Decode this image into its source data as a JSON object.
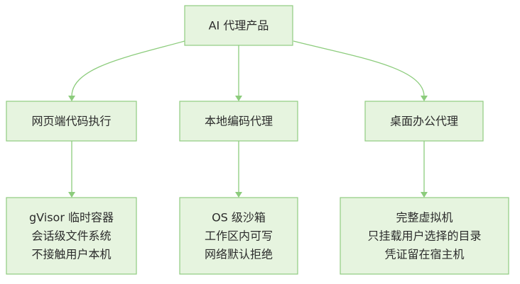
{
  "diagram": {
    "root": {
      "label": "AI 代理产品"
    },
    "categories": [
      {
        "label": "网页端代码执行",
        "details": [
          "gVisor 临时容器",
          "会话级文件系统",
          "不接触用户本机"
        ]
      },
      {
        "label": "本地编码代理",
        "details": [
          "OS 级沙箱",
          "工作区内可写",
          "网络默认拒绝"
        ]
      },
      {
        "label": "桌面办公代理",
        "details": [
          "完整虚拟机",
          "只挂载用户选择的目录",
          "凭证留在宿主机"
        ]
      }
    ],
    "colors": {
      "node_fill": "#e6f4df",
      "node_border": "#90cc80",
      "edge": "#8ccc7c",
      "text": "#2b2b2b"
    }
  }
}
